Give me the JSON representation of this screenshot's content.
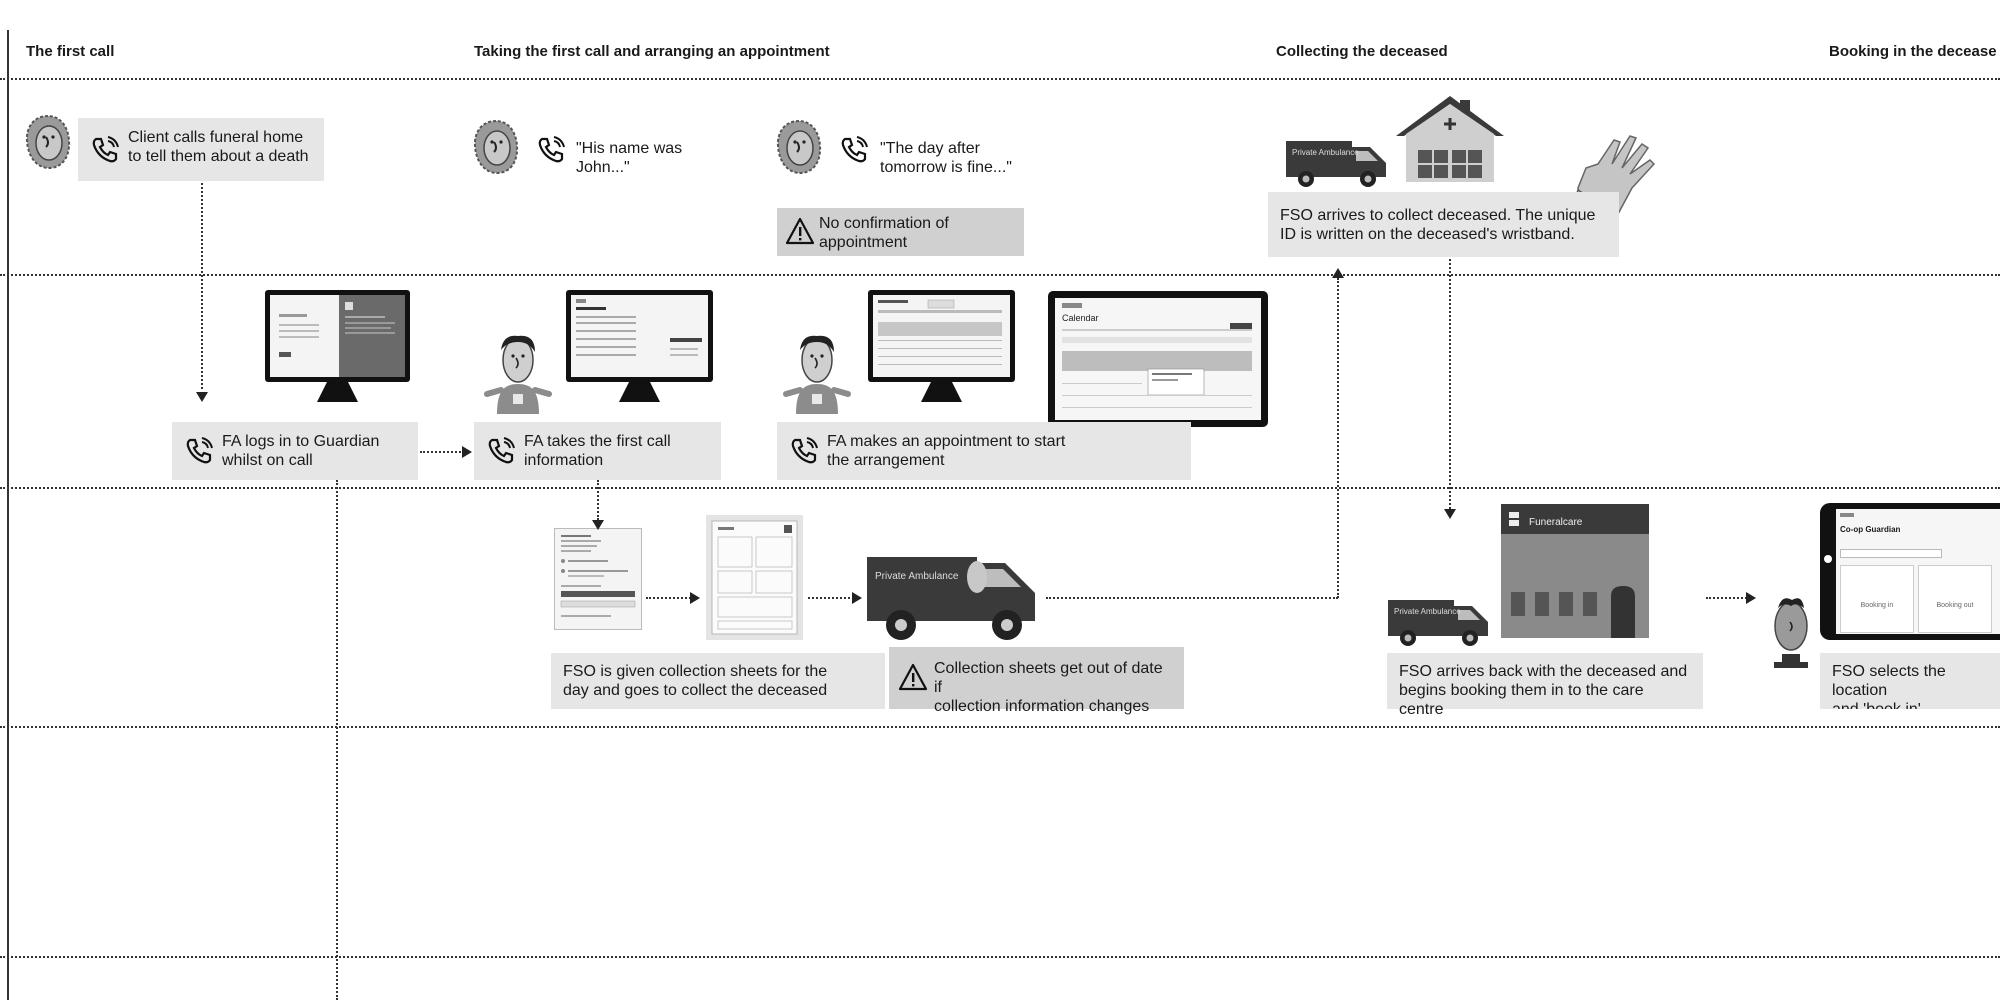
{
  "stages": [
    {
      "title": "The first call"
    },
    {
      "title": "Taking the first call and arranging an appointment"
    },
    {
      "title": "Collecting the deceased"
    },
    {
      "title": "Booking in the decease"
    }
  ],
  "client_row": {
    "call_card": "Client calls funeral home\nto tell them about a death",
    "quote_name": "\"His name was\nJohn...\"",
    "quote_day": "\"The day after\ntomorrow is fine...\"",
    "warning_appointment": "No confirmation of\nappointment",
    "fso_arrives": "FSO arrives to collect deceased. The unique\nID is written on the deceased's wristband."
  },
  "fa_row": {
    "login": "FA logs in to Guardian\nwhilst on call",
    "first_call": "FA takes the first call\ninformation",
    "appointment": "FA makes an appointment to start\nthe arrangement"
  },
  "fso_row": {
    "collection_sheets": "FSO is given collection sheets for the\nday and goes to collect the deceased",
    "warning_sheets": "Collection sheets get out of date if\ncollection information changes",
    "arrives_back": "FSO arrives back with the deceased and\nbegins booking them in to the care centre",
    "selects_location": "FSO selects the location\nand 'book in'"
  },
  "illustrations": {
    "van_label": "Private Ambulance",
    "building_sign": "Funeralcare",
    "tablet_title": "Co-op Guardian",
    "tablet_booking_in": "Booking in",
    "tablet_booking_out": "Booking out",
    "calendar_title": "Calendar"
  },
  "icons": {
    "phone": "phone-icon",
    "warning": "warning-icon"
  }
}
